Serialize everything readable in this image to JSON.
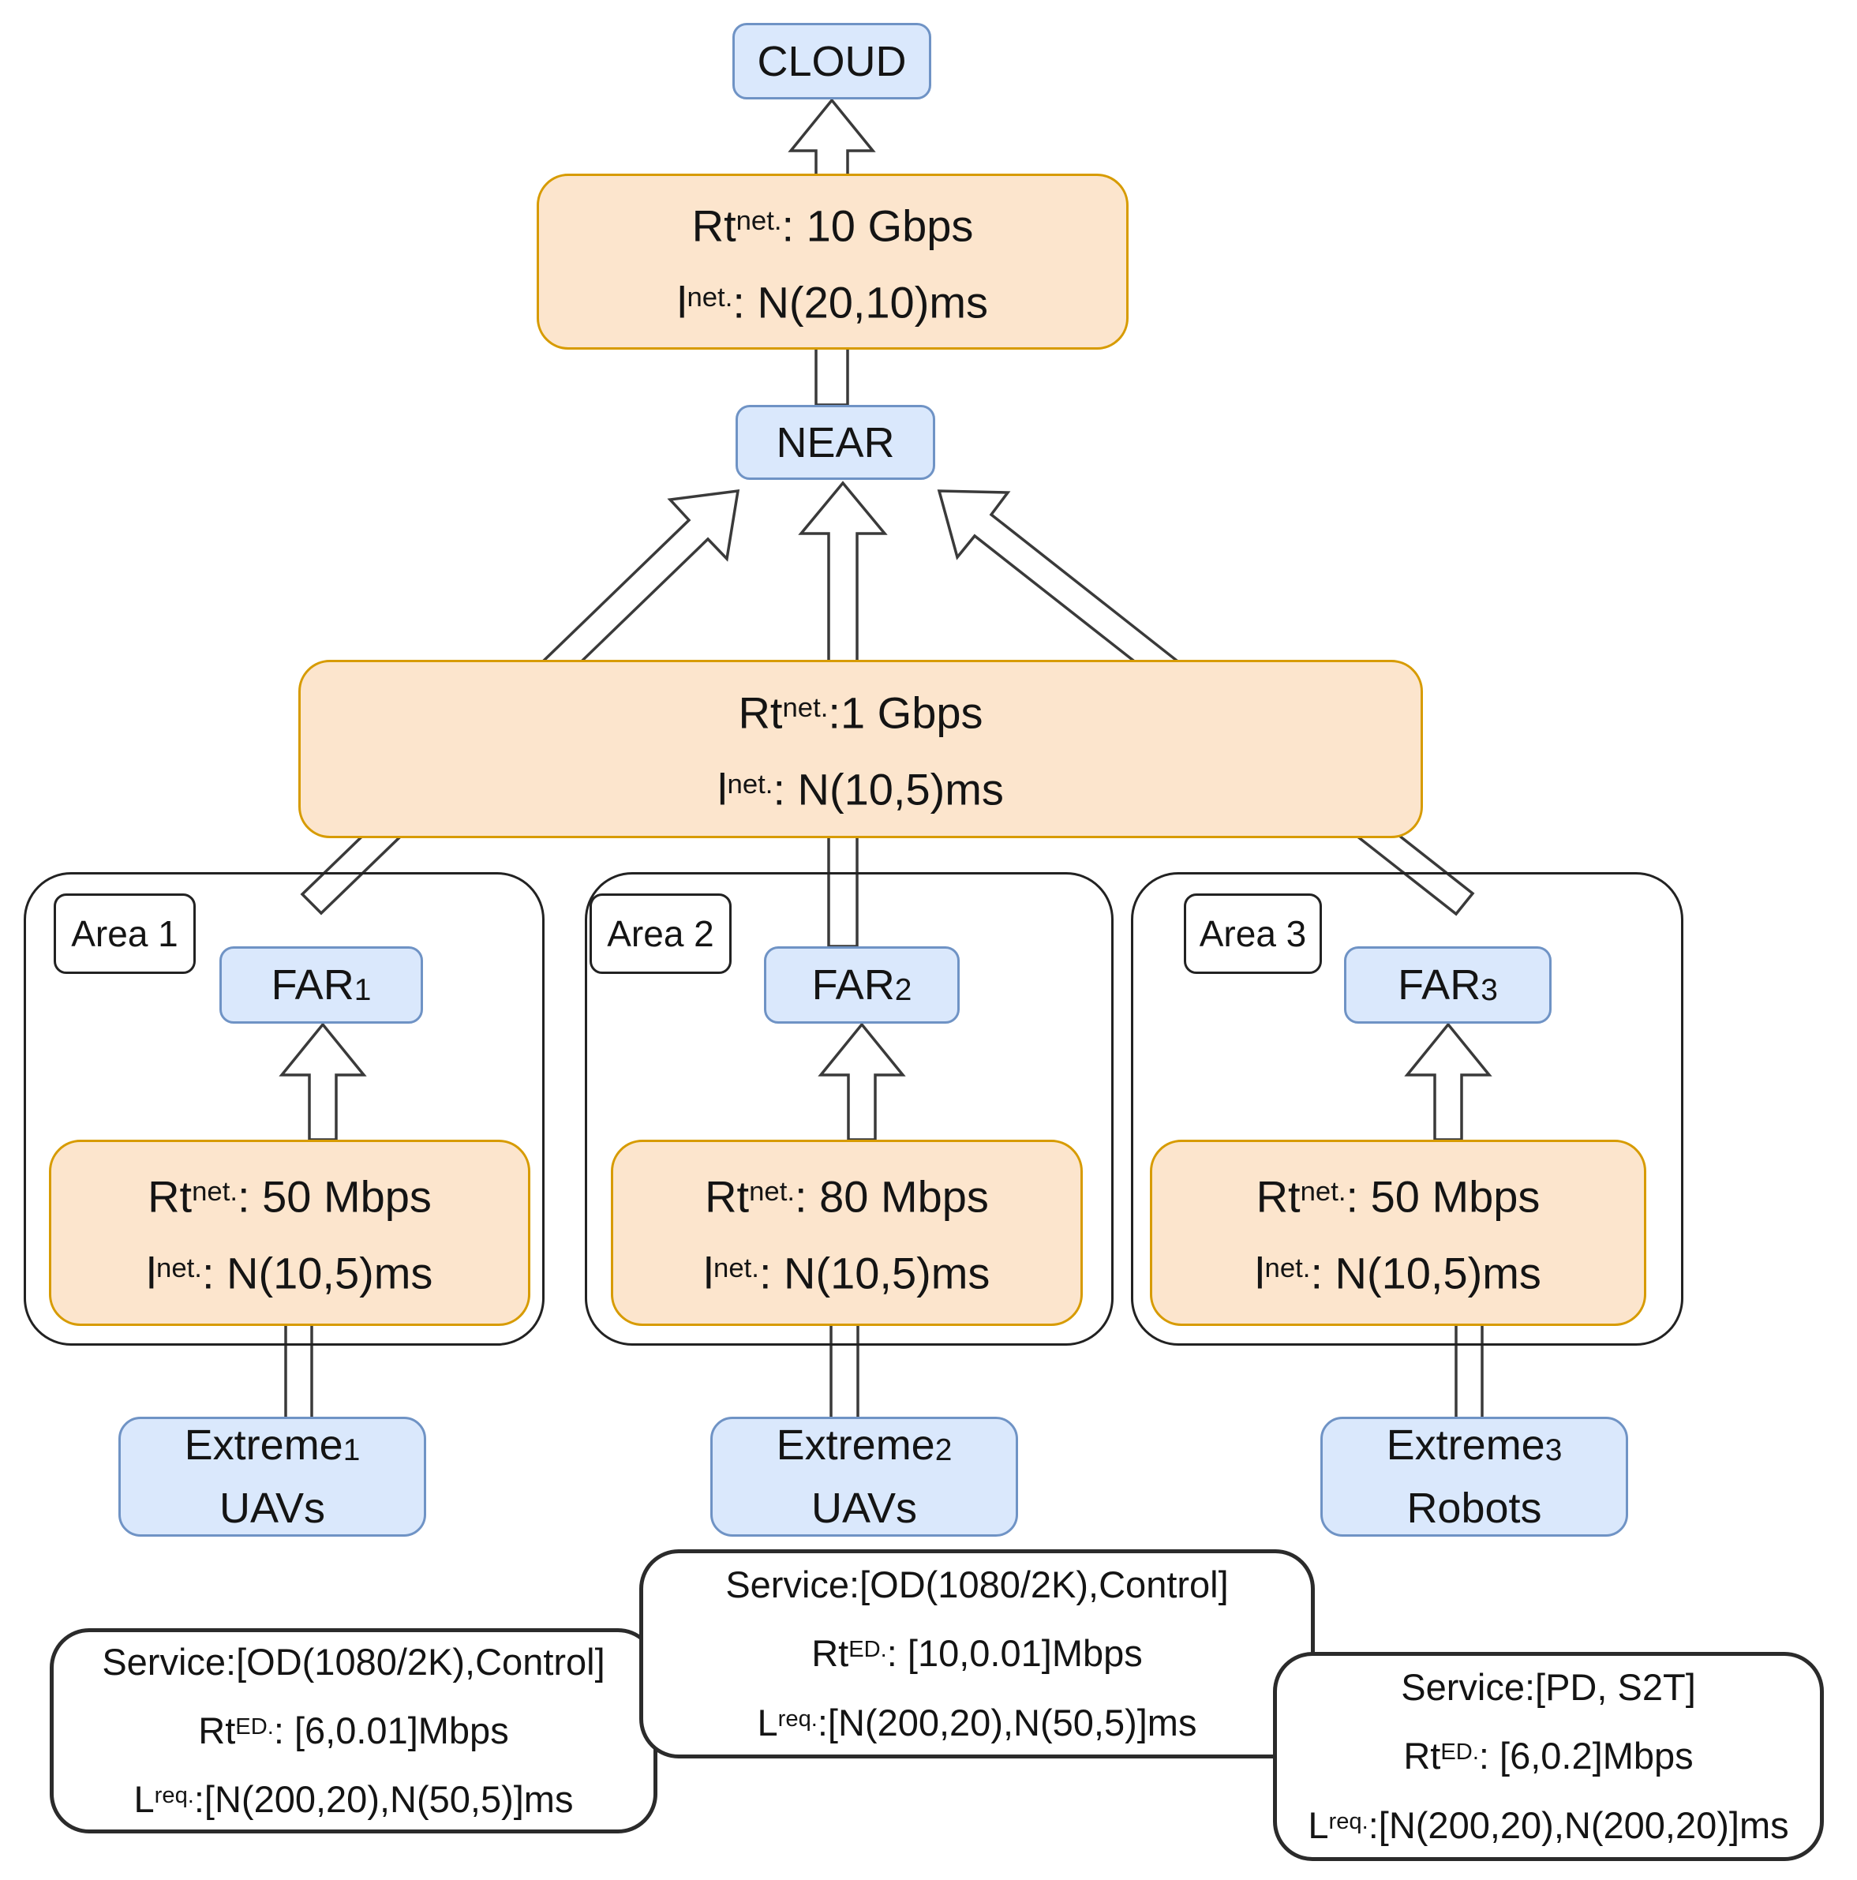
{
  "colors": {
    "node_fill": "#dae8fc",
    "node_border": "#6f93c5",
    "stat_fill": "#fce5cd",
    "stat_border": "#d79b00",
    "container_border": "#222222",
    "panel_border": "#2b2b2b",
    "arrow_stroke": "#3a3a3a",
    "text": "#141414"
  },
  "cloud": {
    "label": "CLOUD"
  },
  "near": {
    "label": "NEAR"
  },
  "backbone_link": {
    "lines": [
      [
        {
          "t": "Rt"
        },
        {
          "t": "net.",
          "sup": true
        },
        {
          "t": ": 10 Gbps"
        }
      ],
      [
        {
          "t": "l"
        },
        {
          "t": "net.",
          "sup": true
        },
        {
          "t": ": N(20,10)ms"
        }
      ]
    ]
  },
  "metro_link": {
    "lines": [
      [
        {
          "t": "Rt"
        },
        {
          "t": "net.",
          "sup": true
        },
        {
          "t": ":1 Gbps"
        }
      ],
      [
        {
          "t": "l"
        },
        {
          "t": "net.",
          "sup": true
        },
        {
          "t": ": N(10,5)ms"
        }
      ]
    ]
  },
  "areas": [
    {
      "label": "Area 1",
      "far_label": [
        {
          "t": "FAR"
        },
        {
          "t": "1",
          "sub": true
        }
      ],
      "link": {
        "lines": [
          [
            {
              "t": "Rt"
            },
            {
              "t": "net.",
              "sup": true
            },
            {
              "t": ": 50 Mbps"
            }
          ],
          [
            {
              "t": "l"
            },
            {
              "t": "net.",
              "sup": true
            },
            {
              "t": ": N(10,5)ms"
            }
          ]
        ]
      }
    },
    {
      "label": "Area 2",
      "far_label": [
        {
          "t": "FAR"
        },
        {
          "t": "2",
          "sub": true
        }
      ],
      "link": {
        "lines": [
          [
            {
              "t": "Rt"
            },
            {
              "t": "net.",
              "sup": true
            },
            {
              "t": ": 80 Mbps"
            }
          ],
          [
            {
              "t": "l"
            },
            {
              "t": "net.",
              "sup": true
            },
            {
              "t": ": N(10,5)ms"
            }
          ]
        ]
      }
    },
    {
      "label": "Area 3",
      "far_label": [
        {
          "t": "FAR"
        },
        {
          "t": "3",
          "sub": true
        }
      ],
      "link": {
        "lines": [
          [
            {
              "t": "Rt"
            },
            {
              "t": "net.",
              "sup": true
            },
            {
              "t": ": 50 Mbps"
            }
          ],
          [
            {
              "t": "l"
            },
            {
              "t": "net.",
              "sup": true
            },
            {
              "t": ": N(10,5)ms"
            }
          ]
        ]
      }
    }
  ],
  "extremes": [
    {
      "name_segments": [
        {
          "t": "Extreme"
        },
        {
          "t": "1",
          "sub": true
        }
      ],
      "type": "UAVs"
    },
    {
      "name_segments": [
        {
          "t": "Extreme"
        },
        {
          "t": "2",
          "sub": true
        }
      ],
      "type": "UAVs"
    },
    {
      "name_segments": [
        {
          "t": "Extreme"
        },
        {
          "t": "3",
          "sub": true
        }
      ],
      "type": "Robots"
    }
  ],
  "services": [
    {
      "lines": [
        [
          {
            "t": "Service:[OD(1080/2K),Control]"
          }
        ],
        [
          {
            "t": "Rt"
          },
          {
            "t": "ED.",
            "sup": true
          },
          {
            "t": ": [6,0.01]Mbps"
          }
        ],
        [
          {
            "t": "L"
          },
          {
            "t": "req.",
            "sup": true
          },
          {
            "t": ":[N(200,20),N(50,5)]ms"
          }
        ]
      ]
    },
    {
      "lines": [
        [
          {
            "t": "Service:[OD(1080/2K),Control]"
          }
        ],
        [
          {
            "t": "Rt"
          },
          {
            "t": "ED.",
            "sup": true
          },
          {
            "t": ": [10,0.01]Mbps"
          }
        ],
        [
          {
            "t": "L"
          },
          {
            "t": "req.",
            "sup": true
          },
          {
            "t": ":[N(200,20),N(50,5)]ms"
          }
        ]
      ]
    },
    {
      "lines": [
        [
          {
            "t": "Service:[PD, S2T]"
          }
        ],
        [
          {
            "t": "Rt"
          },
          {
            "t": "ED.",
            "sup": true
          },
          {
            "t": ": [6,0.2]Mbps"
          }
        ],
        [
          {
            "t": "L"
          },
          {
            "t": "req.",
            "sup": true
          },
          {
            "t": ":[N(200,20),N(200,20)]ms"
          }
        ]
      ]
    }
  ]
}
